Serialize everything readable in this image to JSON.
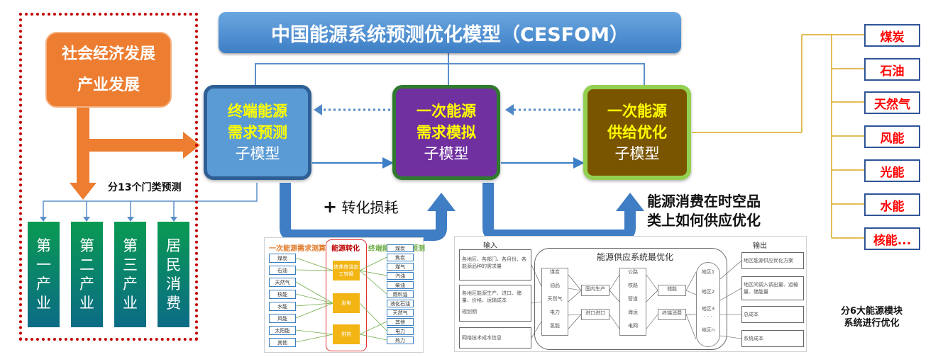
{
  "title": "中国能源系统预测优化模型（CESFOM）",
  "social": {
    "line1": "社会经济发展",
    "line2": "产业发展"
  },
  "sector_label": "分13个门类预测",
  "sectors": [
    {
      "chars": [
        "第",
        "一",
        "产",
        "业"
      ]
    },
    {
      "chars": [
        "第",
        "二",
        "产",
        "业"
      ]
    },
    {
      "chars": [
        "第",
        "三",
        "产",
        "业"
      ]
    },
    {
      "chars": [
        "居",
        "民",
        "消",
        "费"
      ]
    }
  ],
  "models": [
    {
      "line1": "终端能源",
      "line2": "需求预测",
      "line3": "子模型"
    },
    {
      "line1": "一次能源",
      "line2": "需求模拟",
      "line3": "子模型"
    },
    {
      "line1": "一次能源",
      "line2": "供给优化",
      "line3": "子模型"
    }
  ],
  "conversion": {
    "plus": "+",
    "text": "转化损耗"
  },
  "supply_question": {
    "line1": "能源消费在时空品",
    "line2": "类上如何供应优化"
  },
  "energy_sources": [
    "煤炭",
    "石油",
    "天然气",
    "风能",
    "光能",
    "水能",
    "核能..."
  ],
  "six_modules": {
    "line1": "分6大能源模块",
    "line2": "系统进行优化"
  },
  "thumb1": {
    "col_left": "一次能源需求测算",
    "col_mid": "能源转化",
    "col_right": "终端能源需求预测",
    "left_items": [
      "煤炭",
      "石油",
      "天然气",
      "核能",
      "水能",
      "风能",
      "太阳能",
      "其他"
    ],
    "mid_items": [
      "炼焦炼油加工转换",
      "发电",
      "供热"
    ],
    "right_items": [
      "煤炭",
      "焦炭",
      "煤气",
      "汽油",
      "柴油",
      "燃料油",
      "液化石油",
      "天然气",
      "其他",
      "电力",
      "热力"
    ]
  },
  "thumb2": {
    "input": "输入",
    "title": "能源供应系统最优化",
    "output": "输出",
    "in_boxes": [
      "各地区、各部门、各月份、各能源品种的需求量",
      "各地区能源生产、进口、储量、价格、运输成本",
      "规划期",
      "网络技术成本信息"
    ],
    "energy": [
      "煤炭",
      "油品",
      "天然气",
      "电力",
      "氢能"
    ],
    "process1": [
      "国内生产",
      "进口进口"
    ],
    "transport": [
      "公路",
      "铁路",
      "管道",
      "海运",
      "电网"
    ],
    "process2": [
      "储能",
      "终端消费"
    ],
    "regions": [
      "地区1",
      "地区2",
      "地区3",
      "地区n"
    ],
    "dots": "· · ·",
    "outputs": [
      "地区能源供应优化方案",
      "地区间调入调出量、运输量、储能量",
      "总成本",
      "系统成本"
    ]
  }
}
